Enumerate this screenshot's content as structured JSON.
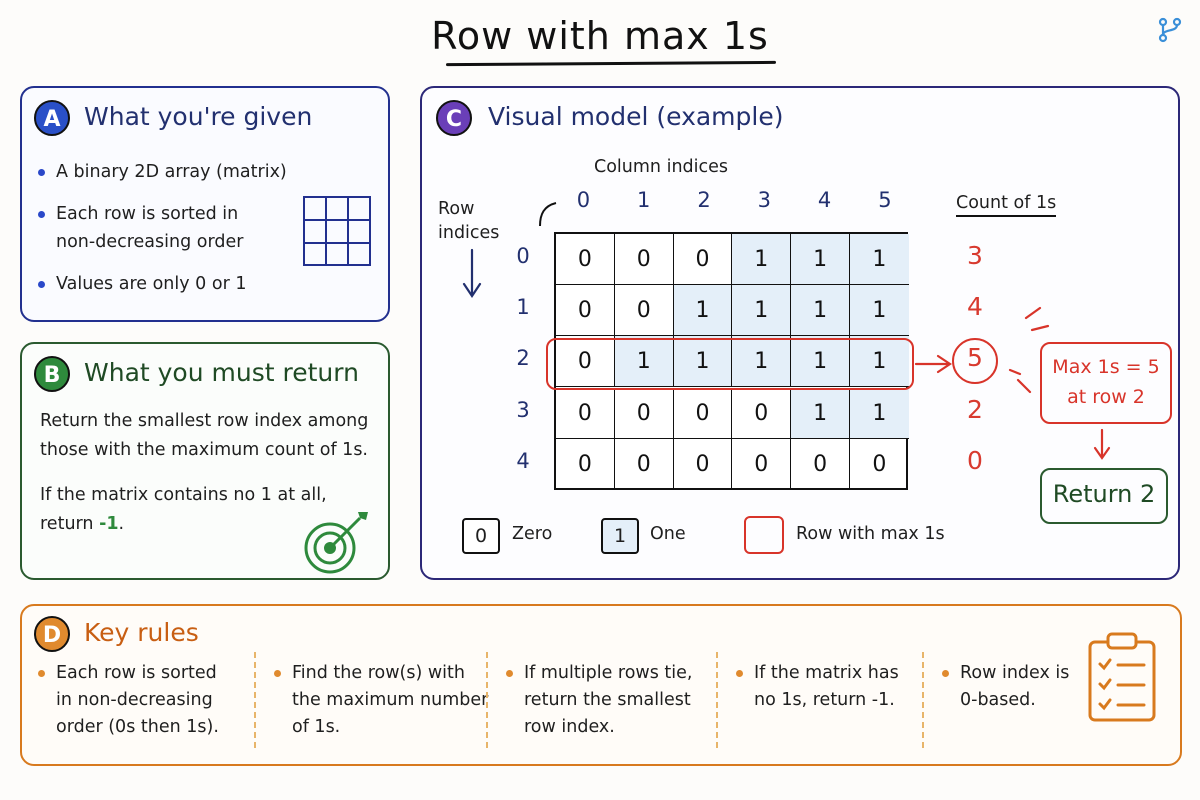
{
  "title": "Row with max 1s",
  "panels": {
    "a": {
      "badge": "A",
      "heading": "What you're given",
      "items": [
        "A binary 2D array (matrix)",
        "Each row is sorted in\nnon-decreasing order",
        "Values are only 0 or 1"
      ]
    },
    "b": {
      "badge": "B",
      "heading": "What you must return",
      "text1": "Return the smallest row index among those with the maximum count of 1s.",
      "text2_prefix": "If the matrix contains no 1 at all, return ",
      "text2_value": "-1",
      "text2_suffix": "."
    },
    "c": {
      "badge": "C",
      "heading": "Visual model (example)",
      "column_label": "Column indices",
      "row_label": "Row\nindices",
      "count_label": "Count of 1s",
      "column_indices": [
        "0",
        "1",
        "2",
        "3",
        "4",
        "5"
      ],
      "row_indices": [
        "0",
        "1",
        "2",
        "3",
        "4"
      ],
      "matrix": [
        [
          "0",
          "0",
          "0",
          "1",
          "1",
          "1"
        ],
        [
          "0",
          "0",
          "1",
          "1",
          "1",
          "1"
        ],
        [
          "0",
          "1",
          "1",
          "1",
          "1",
          "1"
        ],
        [
          "0",
          "0",
          "0",
          "0",
          "1",
          "1"
        ],
        [
          "0",
          "0",
          "0",
          "0",
          "0",
          "0"
        ]
      ],
      "counts": [
        "3",
        "4",
        "5",
        "2",
        "0"
      ],
      "highlight_row": 2,
      "max_callout": "Max 1s = 5\nat row 2",
      "return_label": "Return 2",
      "legend": {
        "zero_symbol": "0",
        "zero_label": "Zero",
        "one_symbol": "1",
        "one_label": "One",
        "row_label": "Row with max 1s"
      }
    },
    "d": {
      "badge": "D",
      "heading": "Key rules",
      "rules": [
        "Each row is sorted\nin non-decreasing\norder (0s then 1s).",
        "Find the row(s) with\nthe maximum number\nof 1s.",
        "If multiple rows tie,\nreturn the smallest\nrow index.",
        "If the matrix has\nno 1s, return -1.",
        "Row index is\n0-based."
      ]
    }
  },
  "colors": {
    "blue": "#22308f",
    "green": "#2a5a2f",
    "purple": "#2c2878",
    "orange": "#d87a1e",
    "red": "#d8342a",
    "one_fill": "#e4eff9"
  },
  "icons": [
    "branch-icon",
    "grid-icon",
    "target-icon",
    "clipboard-checklist-icon",
    "arrow-down-icon",
    "arrow-right-icon"
  ]
}
